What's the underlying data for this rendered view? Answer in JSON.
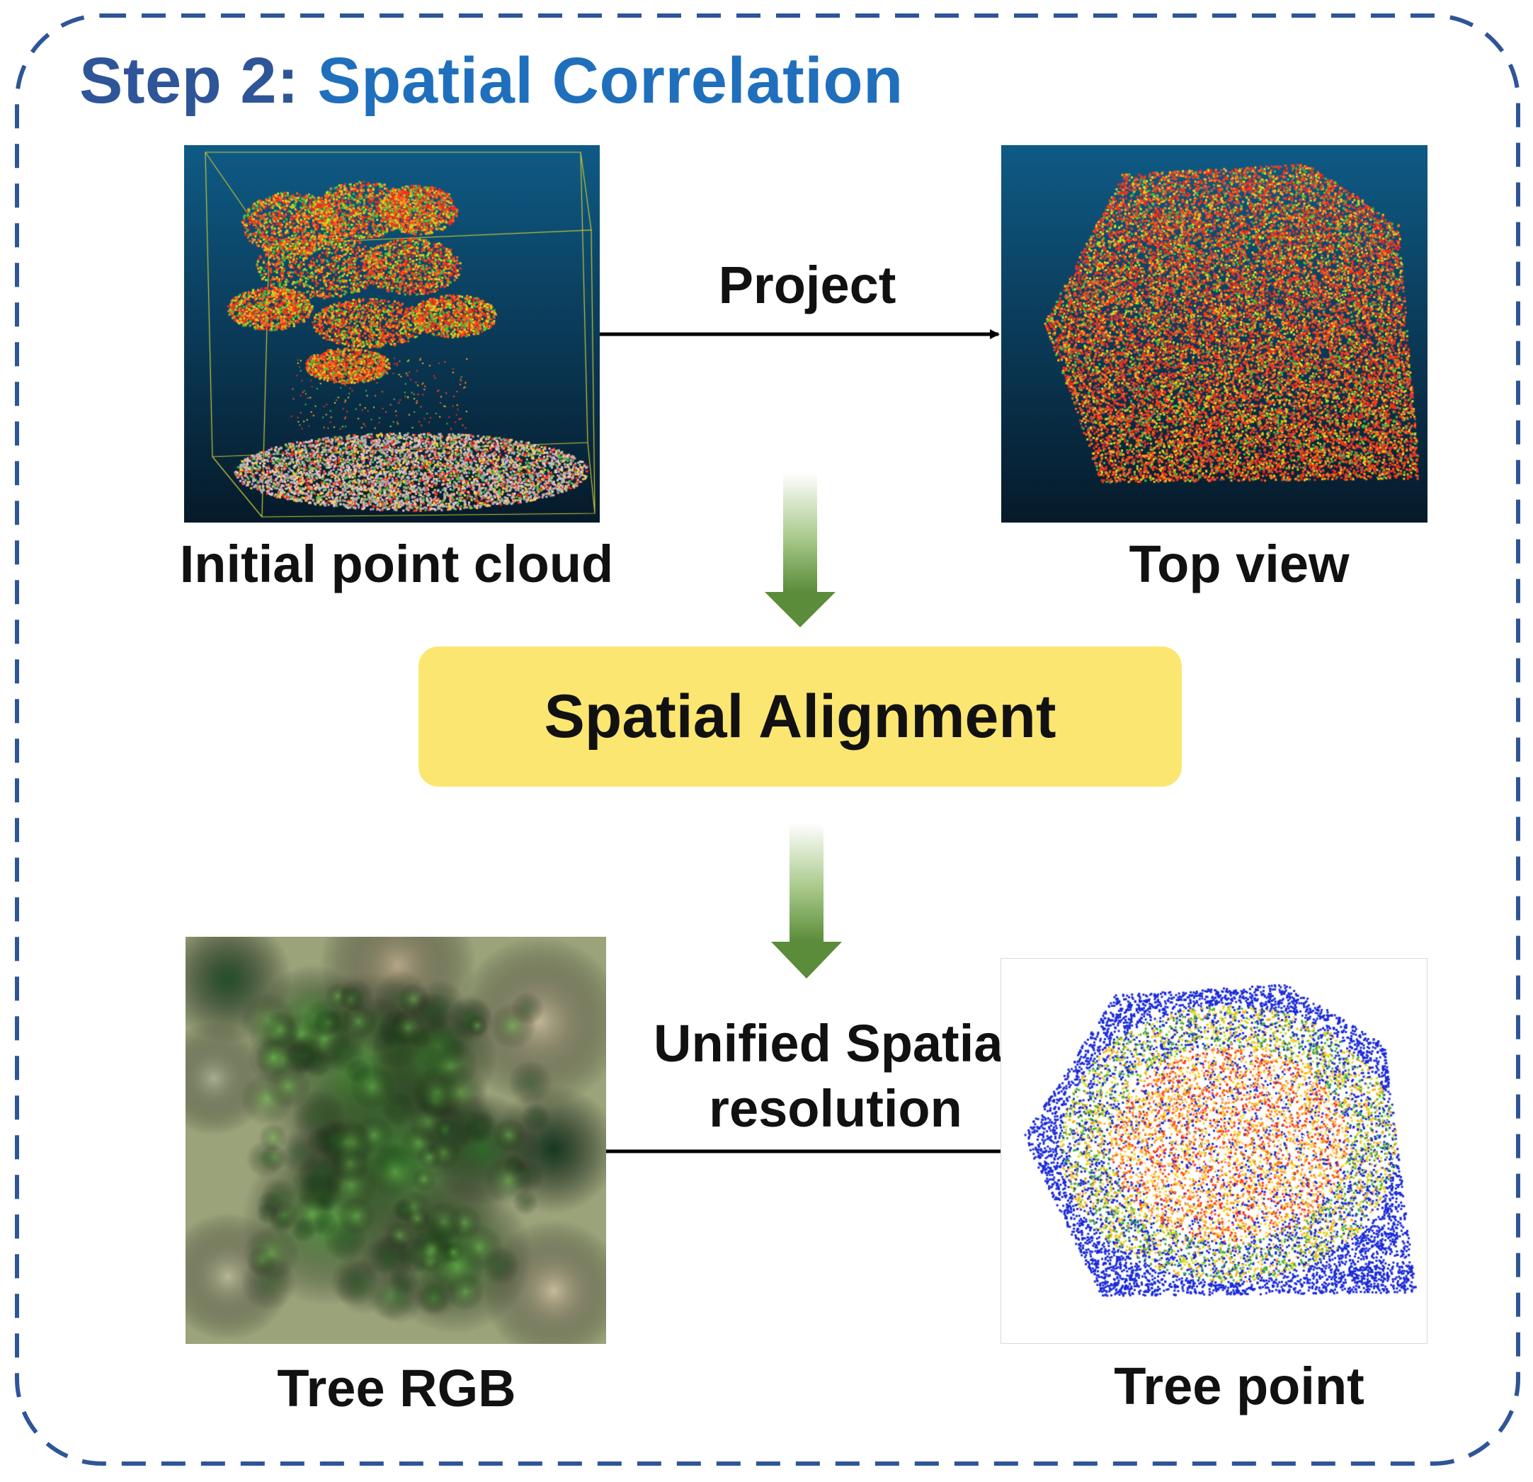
{
  "title": {
    "step": "Step 2:",
    "name": "Spatial Correlation"
  },
  "panels": {
    "initial": {
      "caption": "Initial point cloud"
    },
    "topview": {
      "caption": "Top view"
    },
    "rgb": {
      "caption": "Tree RGB"
    },
    "treept": {
      "caption": "Tree point"
    }
  },
  "edges": {
    "project": "Project",
    "unified_line1": "Unified Spatial",
    "unified_line2": "resolution"
  },
  "center_box": {
    "label": "Spatial Alignment",
    "fill": "#fce672"
  },
  "colors": {
    "frame_dash": "#2e5597",
    "title_step": "#2e5597",
    "title_name": "#1f6fbd",
    "arrow_green": "#6a9b48",
    "pointcloud_bg_top": "#0f5b86",
    "pointcloud_bg_bottom": "#061a2a"
  }
}
